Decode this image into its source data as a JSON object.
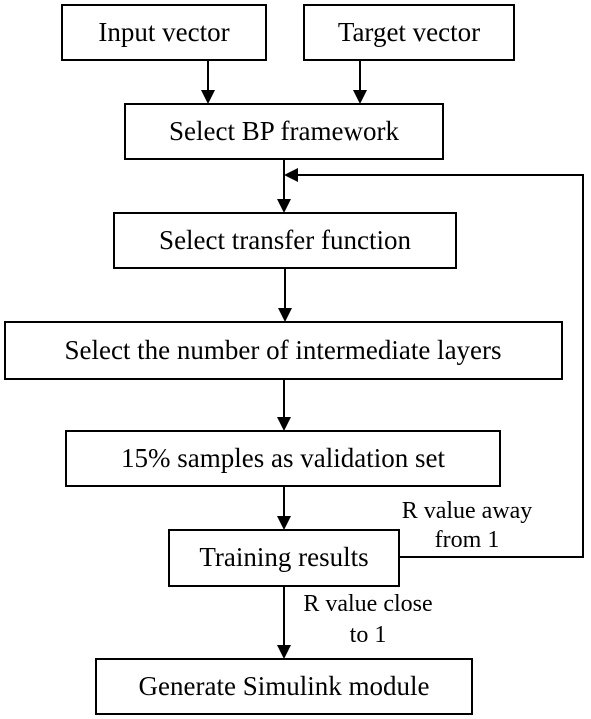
{
  "diagram": {
    "nodes": {
      "input": "Input vector",
      "target": "Target vector",
      "select_bp": "Select BP framework",
      "transfer": "Select transfer function",
      "layers": "Select the number of intermediate layers",
      "validation": "15% samples as validation set",
      "training": "Training results",
      "simulink": "Generate Simulink module"
    },
    "edges": {
      "feedback_line1": "R value away",
      "feedback_line2": "from 1",
      "forward_line1": "R value close",
      "forward_line2": "to 1"
    }
  },
  "colors": {
    "stroke": "#000000",
    "fill": "#ffffff"
  }
}
